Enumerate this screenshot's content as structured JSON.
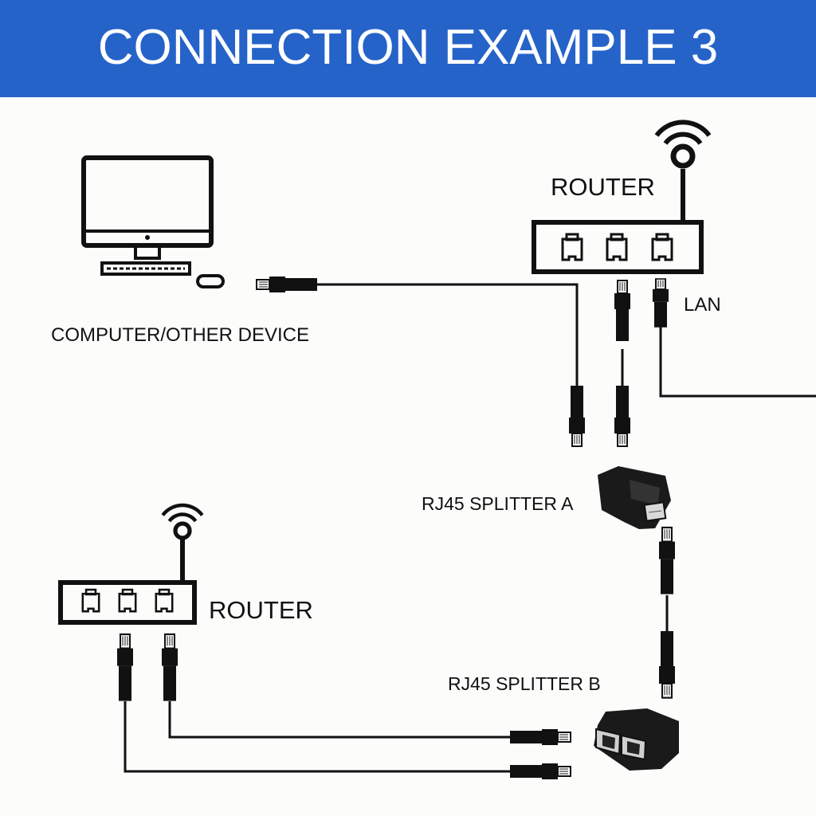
{
  "title": "CONNECTION EXAMPLE 3",
  "labels": {
    "computer": "COMPUTER/OTHER DEVICE",
    "router_top": "ROUTER",
    "router_bottom": "ROUTER",
    "lan": "LAN",
    "splitter_a": "RJ45 SPLITTER A",
    "splitter_b": "RJ45 SPLITTER B"
  },
  "colors": {
    "banner": "#2563c9",
    "ink": "#111111",
    "background": "#fcfcfb"
  }
}
